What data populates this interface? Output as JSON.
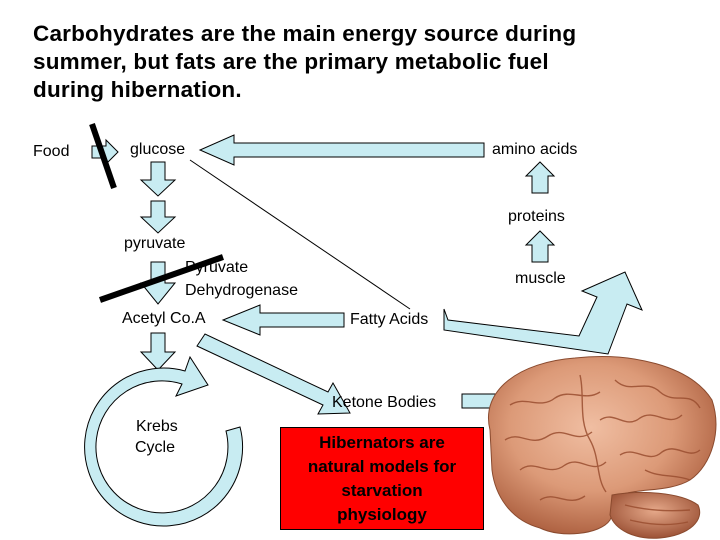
{
  "title": {
    "line1": "Carbohydrates are the main energy source during",
    "line2": "summer, but fats are the primary metabolic fuel",
    "line3": "during hibernation."
  },
  "labels": {
    "food": "Food",
    "glucose": "glucose",
    "amino_acids": "amino acids",
    "proteins": "proteins",
    "pyruvate": "pyruvate",
    "pdh_line1": "Pyruvate",
    "pdh_line2": "Dehydrogenase",
    "muscle": "muscle",
    "acetyl_coa": "Acetyl Co.A",
    "fatty_acids": "Fatty Acids",
    "ketone_bodies": "Ketone Bodies",
    "krebs_line1": "Krebs",
    "krebs_line2": "Cycle"
  },
  "callout": {
    "line1": "Hibernators are",
    "line2": "natural models for",
    "line3": "starvation",
    "line4": "physiology"
  },
  "colors": {
    "arrow_fill": "#c8ecf2",
    "arrow_stroke": "#000000",
    "callout_bg": "#ff0000",
    "brain_base": "#e2a07e",
    "brain_shadow": "#a85a3a"
  },
  "icons": [
    "brain-image",
    "krebs-cycle-arrow",
    "block-bar"
  ]
}
